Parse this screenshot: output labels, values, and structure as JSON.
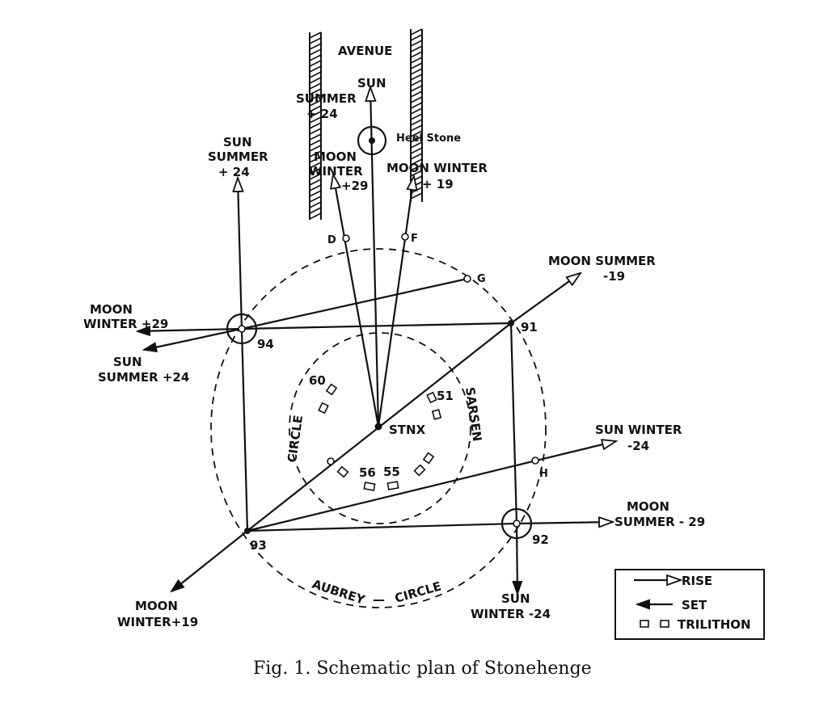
{
  "labels": {
    "avenue": "AVENUE",
    "sun_top": "SUN",
    "summer_24_top_1": "SUMMER",
    "summer_24_top_2": "+ 24",
    "heel_stone": "Heel Stone",
    "sun_summer_left_1": "SUN",
    "sun_summer_left_2": "SUMMER",
    "sun_summer_left_3": "+ 24",
    "moon_winter_29_top_1": "MOON",
    "moon_winter_29_top_2": "WINTER",
    "moon_winter_29_top_3": "+29",
    "moon_winter_19_top_1": "MOON WINTER",
    "moon_winter_19_top_2": "+ 19",
    "d": "D",
    "f": "F",
    "g": "G",
    "h": "H",
    "moon_summer_19_1": "MOON SUMMER",
    "moon_summer_19_2": "-19",
    "moon_winter_29_left_1": "MOON",
    "moon_winter_29_left_2": "WINTER +29",
    "sun_summer_24_left_1": "SUN",
    "sun_summer_24_left_2": "SUMMER +24",
    "n91": "91",
    "n92": "92",
    "n93": "93",
    "n94": "94",
    "n60": "60",
    "n51": "51",
    "n56": "56",
    "n55": "55",
    "stnx": "STNX",
    "circle": "CIRCLE",
    "sarsen": "SARSEN",
    "aubrey": "AUBREY",
    "circle2": "CIRCLE",
    "aubrey_dash": "—",
    "sun_winter_24_right_1": "SUN WINTER",
    "sun_winter_24_right_2": "-24",
    "moon_summer_29_1": "MOON",
    "moon_summer_29_2": "SUMMER - 29",
    "sun_winter_24_bottom_1": "SUN",
    "sun_winter_24_bottom_2": "WINTER -24",
    "moon_winter_19_bottom_1": "MOON",
    "moon_winter_19_bottom_2": "WINTER+19",
    "legend_rise": "RISE",
    "legend_set": "SET",
    "legend_trilithon": "TRILITHON",
    "caption": "Fig. 1. Schematic plan of Stonehenge"
  }
}
